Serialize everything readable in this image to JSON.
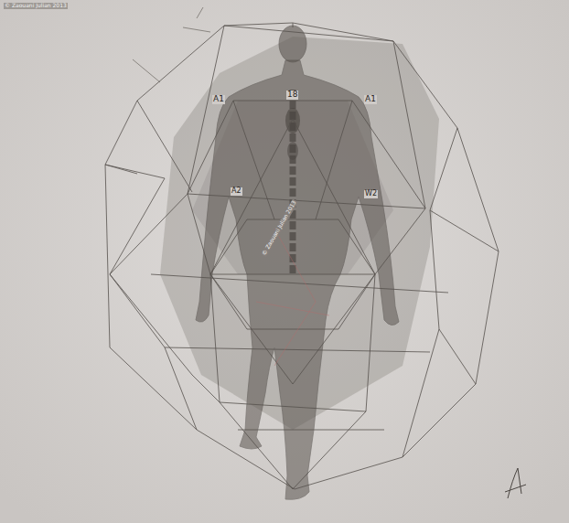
{
  "diagram": {
    "labels": [
      "© Zaouani Julian 2013",
      "A1",
      "18",
      "A1",
      "A2",
      "W2",
      "© Zaouani Julian 2013"
    ]
  }
}
